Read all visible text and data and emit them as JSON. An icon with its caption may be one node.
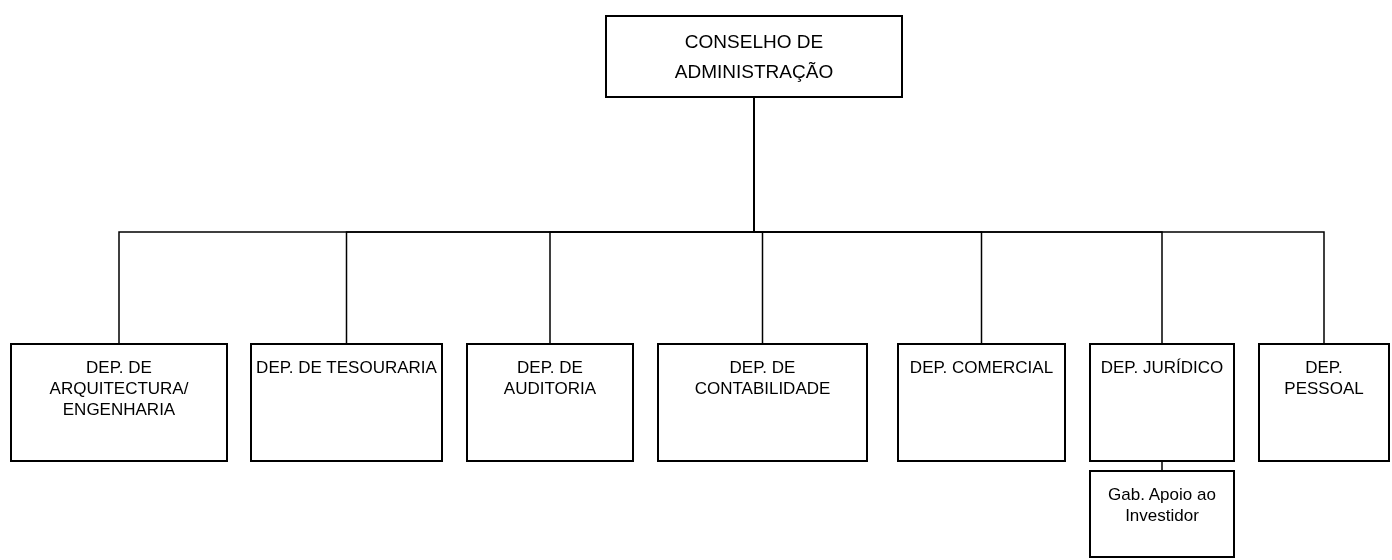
{
  "diagram": {
    "nodes": [
      {
        "text": [
          "CONSELHO DE ADMINISTRAÇÃO"
        ]
      },
      {
        "text": [
          "DEP. DE ARQUITECTURA/ ENGENHARIA"
        ]
      },
      {
        "text": [
          "DEP. DE TESOURARIA"
        ]
      },
      {
        "text": [
          "DEP. DE AUDITORIA"
        ]
      },
      {
        "text": [
          "DEP. DE CONTABILIDADE"
        ]
      },
      {
        "text": [
          "DEP. COMERCIAL"
        ]
      },
      {
        "text": [
          "DEP. JURÍDICO"
        ]
      },
      {
        "text": [
          "DEP. PESSOAL"
        ]
      },
      {
        "text": [
          "Gab. Apoio ao Investidor"
        ]
      }
    ],
    "edges": [
      {
        "from": 0,
        "to": 1,
        "arrow": "none"
      },
      {
        "from": 0,
        "to": 2,
        "arrow": "none"
      },
      {
        "from": 0,
        "to": 3,
        "arrow": "none"
      },
      {
        "from": 0,
        "to": 4,
        "arrow": "none"
      },
      {
        "from": 0,
        "to": 5,
        "arrow": "none"
      },
      {
        "from": 0,
        "to": 6,
        "arrow": "none"
      },
      {
        "from": 0,
        "to": 7,
        "arrow": "none"
      },
      {
        "from": 6,
        "to": 8,
        "arrow": "none"
      }
    ]
  }
}
